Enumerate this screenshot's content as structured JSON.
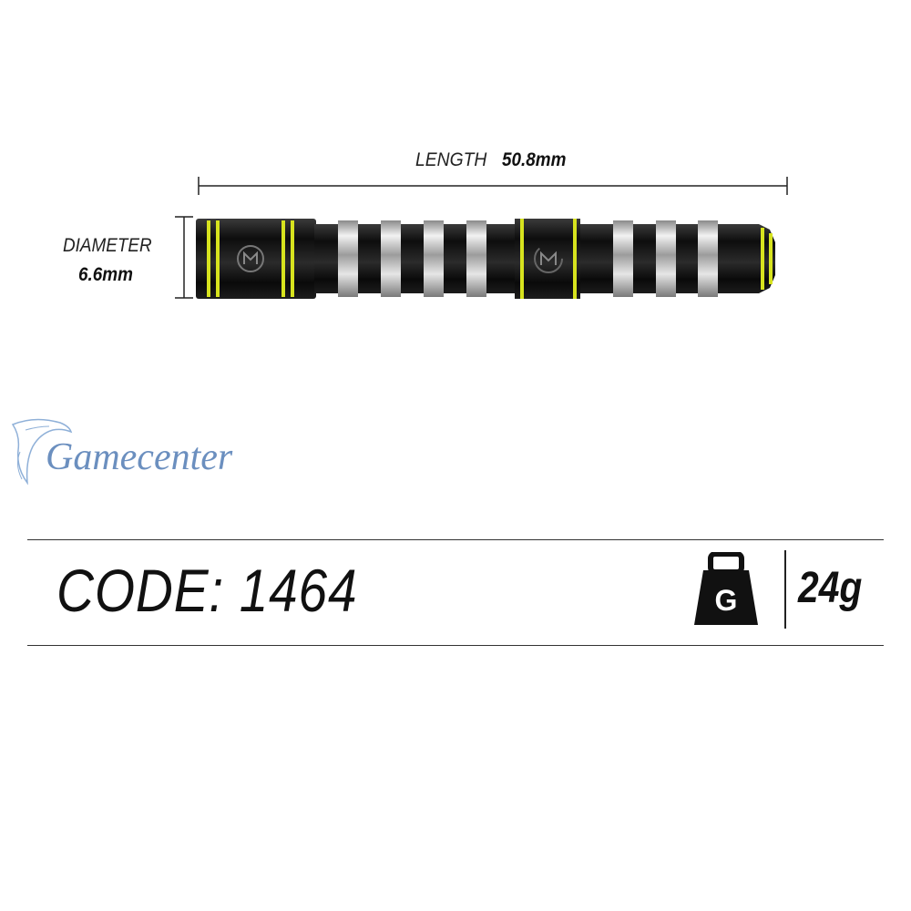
{
  "dimensions": {
    "length_label": "LENGTH",
    "length_value": "50.8mm",
    "diameter_label": "DIAMETER",
    "diameter_value": "6.6mm"
  },
  "watermark": {
    "text": "Gamecenter",
    "icon": "dolphin-icon"
  },
  "product": {
    "code_label": "CODE: 1464",
    "weight_icon": "weight-icon",
    "weight_icon_letter": "G",
    "weight_value": "24g"
  },
  "colors": {
    "accent_yellow": "#d7e31e",
    "barrel_black": "#161616",
    "silver_ring": "#c9c9c9",
    "watermark_blue": "#6b8fbf"
  }
}
